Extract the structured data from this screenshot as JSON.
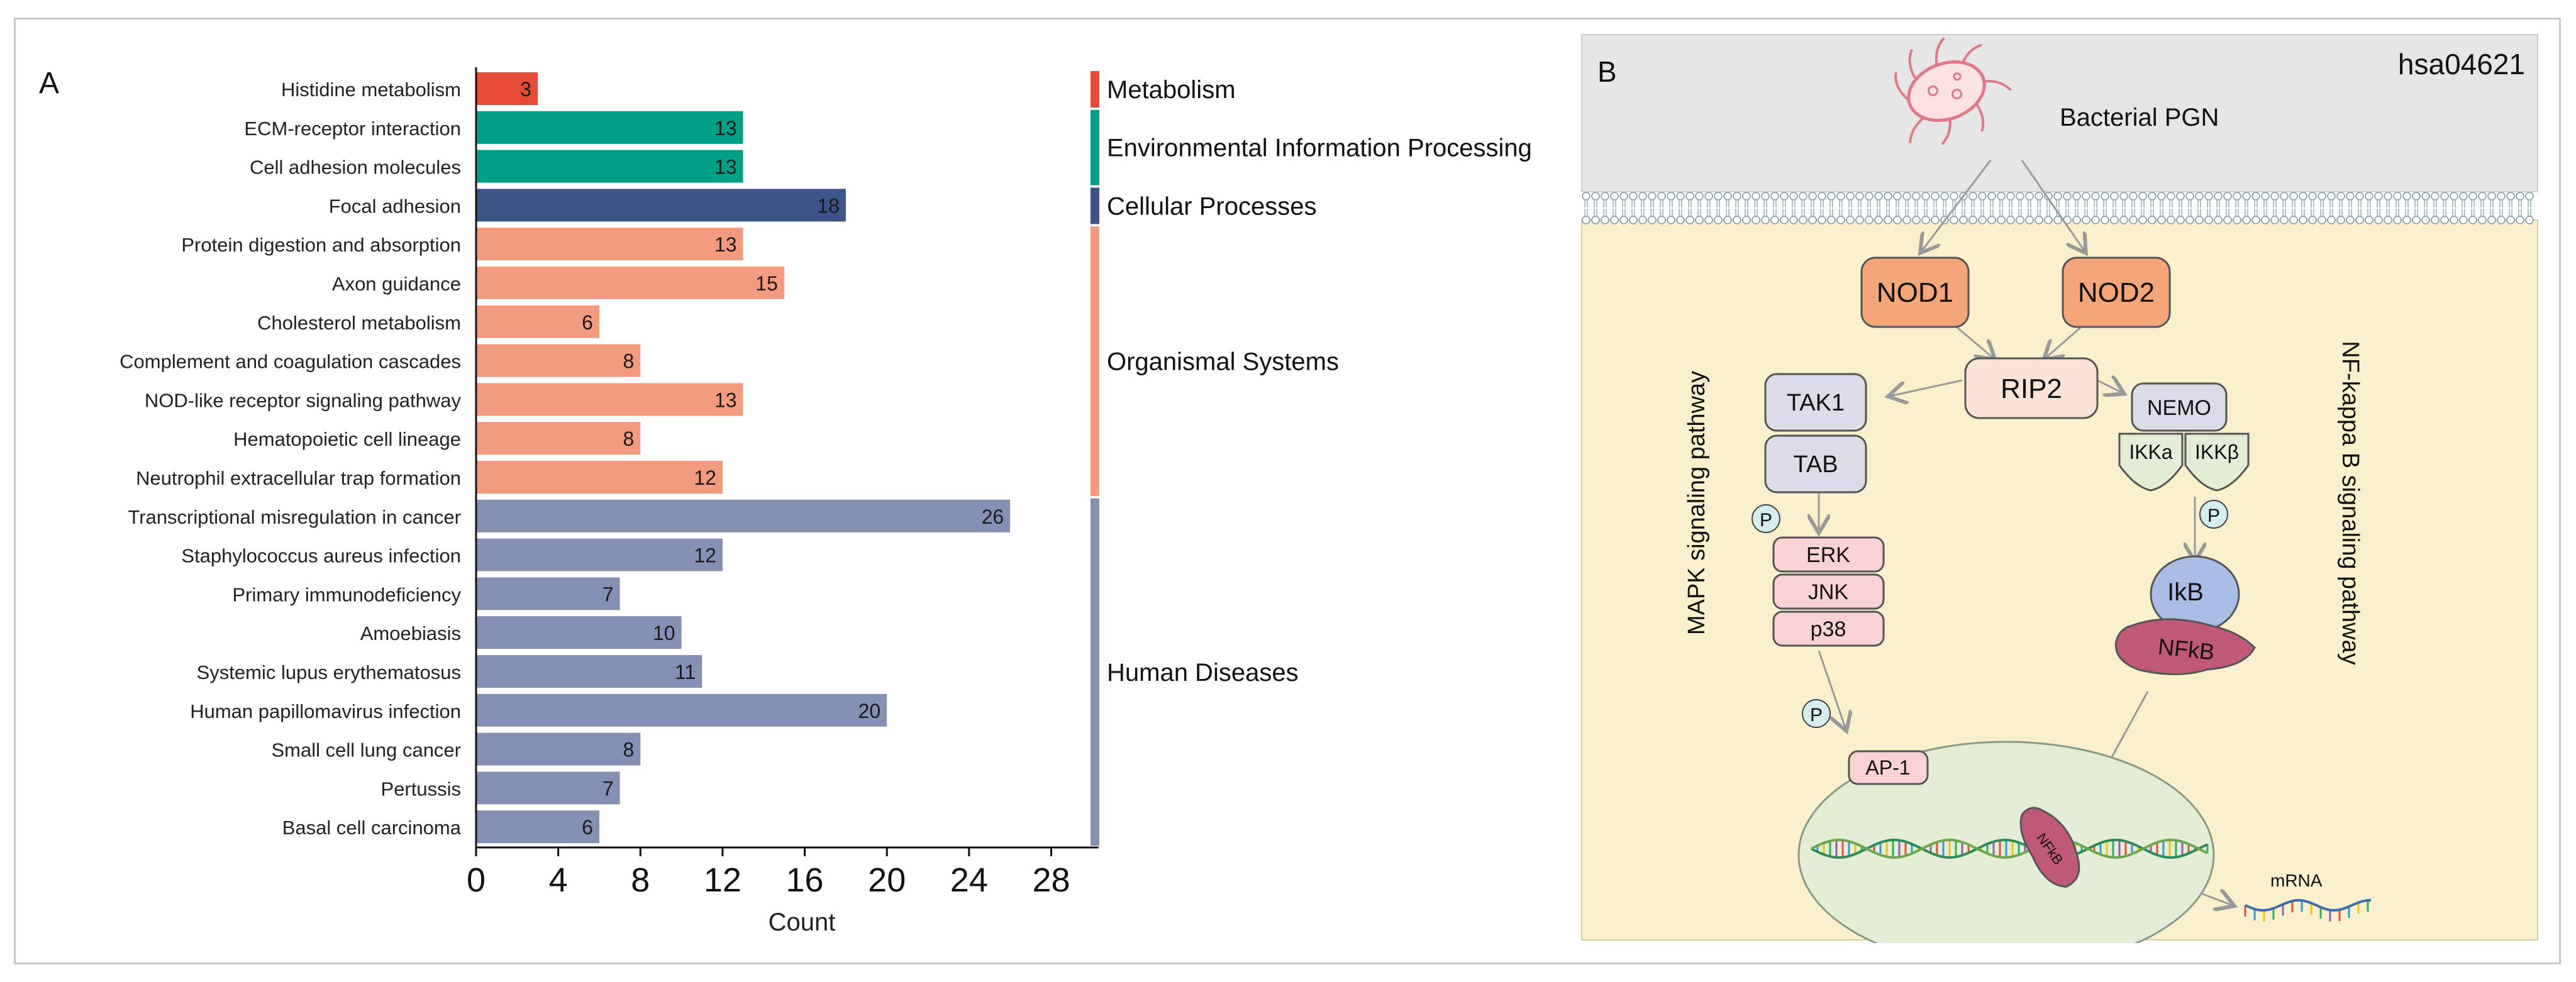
{
  "chart_data": {
    "type": "bar",
    "panel_label": "A",
    "xlabel": "Count",
    "xlim": [
      0,
      30
    ],
    "xticks": [
      0,
      4,
      8,
      12,
      16,
      20,
      24,
      28
    ],
    "categories": [
      "Histidine metabolism",
      "ECM-receptor interaction",
      "Cell adhesion molecules",
      "Focal adhesion",
      "Protein digestion and absorption",
      "Axon guidance",
      "Cholesterol metabolism",
      "Complement and coagulation cascades",
      "NOD-like receptor signaling pathway",
      "Hematopoietic cell lineage",
      "Neutrophil extracellular trap formation",
      "Transcriptional misregulation in cancer",
      "Staphylococcus aureus infection",
      "Primary immunodeficiency",
      "Amoebiasis",
      "Systemic lupus erythematosus",
      "Human papillomavirus infection",
      "Small cell lung cancer",
      "Pertussis",
      "Basal cell carcinoma"
    ],
    "values": [
      3,
      13,
      13,
      18,
      13,
      15,
      6,
      8,
      13,
      8,
      12,
      26,
      12,
      7,
      10,
      11,
      20,
      8,
      7,
      6
    ],
    "groups": [
      {
        "name": "Metabolism",
        "color": "#e64b35",
        "start": 0,
        "end": 0
      },
      {
        "name": "Environmental Information Processing",
        "color": "#00a087",
        "start": 1,
        "end": 2
      },
      {
        "name": "Cellular Processes",
        "color": "#3c5488",
        "start": 3,
        "end": 3
      },
      {
        "name": "Organismal Systems",
        "color": "#f39b7f",
        "start": 4,
        "end": 10
      },
      {
        "name": "Human Diseases",
        "color": "#8491b4",
        "start": 11,
        "end": 19
      }
    ]
  },
  "diagram": {
    "panel_label": "B",
    "pathway_id": "hsa04621",
    "ligand": "Bacterial PGN",
    "nodes": {
      "nod1": "NOD1",
      "nod2": "NOD2",
      "rip2": "RIP2",
      "tak1": "TAK1",
      "tab": "TAB",
      "nemo": "NEMO",
      "ikka": "IKKa",
      "ikkb": "IKKβ",
      "erk": "ERK",
      "jnk": "JNK",
      "p38": "p38",
      "ikb": "IkB",
      "nfkb": "NFkB",
      "ap1": "AP-1",
      "nfkb_small": "NFkB",
      "mrna": "mRNA",
      "phospho": "P"
    },
    "left_pathway": "MAPK signaling pathway",
    "right_pathway": "NF-kappa B signaling pathway",
    "colors": {
      "extracellular": "#e6e6e6",
      "cytoplasm": "#fbf0cd",
      "nucleus": "#e4eed7",
      "receptor": "#f5a678",
      "adaptor": "#dcdbe8",
      "kinase": "#f9d3d3",
      "nfkb": "#c05878",
      "ikb": "#a9bde6"
    }
  }
}
